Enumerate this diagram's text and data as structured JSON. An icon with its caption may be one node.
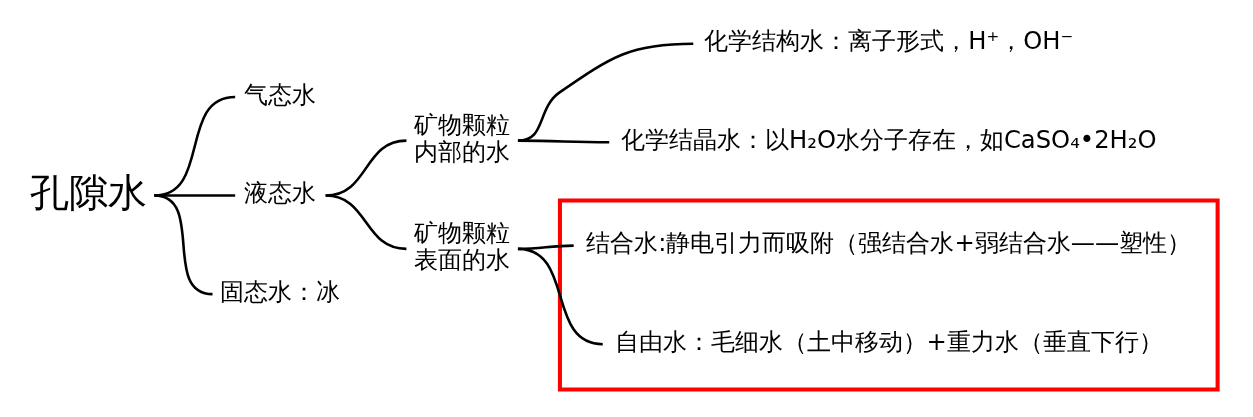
{
  "diagram": {
    "nodes": [
      {
        "text": [
          "孔隙水"
        ]
      },
      {
        "text": [
          "气态水"
        ]
      },
      {
        "text": [
          "液态水"
        ]
      },
      {
        "text": [
          "矿物颗粒内部的水"
        ]
      },
      {
        "text": [
          "化学结构水：离子形式，H⁺，OH⁻"
        ]
      },
      {
        "text": [
          "化学结晶水：以H₂O水分子存在，如CaSO₄•2H₂O"
        ]
      },
      {
        "text": [
          "矿物颗粒表面的水"
        ]
      },
      {
        "text": [],
        "shape": "box"
      },
      {
        "text": [
          "结合水:静电引力而吸附（强结合水+弱结合水——塑性）"
        ],
        "in": 7
      },
      {
        "text": [
          "自由水：毛细水（土中移动）+重力水（垂直下行）"
        ],
        "in": 7
      },
      {
        "text": [
          "固态水：冰"
        ]
      }
    ],
    "edges": [
      {
        "from": 0,
        "to": 1,
        "arrow": "none"
      },
      {
        "from": 0,
        "to": 2,
        "arrow": "none"
      },
      {
        "from": 0,
        "to": 10,
        "arrow": "none"
      },
      {
        "from": 2,
        "to": 3,
        "arrow": "none"
      },
      {
        "from": 2,
        "to": 6,
        "arrow": "none"
      },
      {
        "from": 3,
        "to": 4,
        "arrow": "none"
      },
      {
        "from": 3,
        "to": 5,
        "arrow": "none"
      },
      {
        "from": 6,
        "to": 8,
        "arrow": "none"
      },
      {
        "from": 6,
        "to": 9,
        "arrow": "none"
      }
    ]
  }
}
